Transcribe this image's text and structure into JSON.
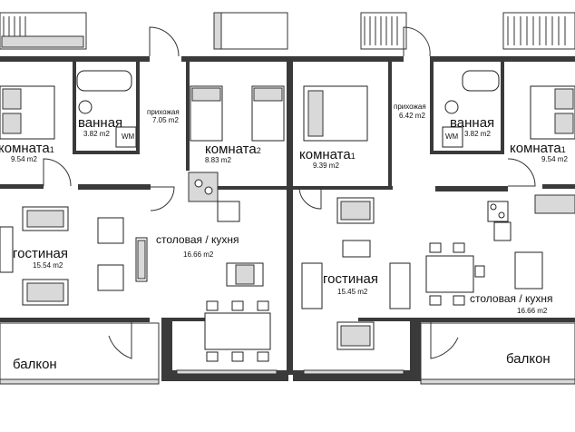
{
  "rooms": {
    "room_left": {
      "name": "комната",
      "num": "1",
      "area": "9.54 m2"
    },
    "bath_left": {
      "name": "ванная",
      "area": "3.82 m2",
      "wm": "WM"
    },
    "hall_left": {
      "name": "прихожая",
      "area": "7.05 m2"
    },
    "room_2": {
      "name": "комната",
      "num": "2",
      "area": "8.83 m2"
    },
    "room_mid": {
      "name": "комната",
      "num": "1",
      "area": "9.39 m2"
    },
    "hall_right": {
      "name": "прихожая",
      "area": "6.42 m2"
    },
    "bath_right": {
      "name": "ванная",
      "area": "3.82 m2",
      "wm": "WM"
    },
    "room_right": {
      "name": "комната",
      "num": "1",
      "area": "9.54 m2"
    },
    "living_left": {
      "name": "гостиная",
      "area": "15.54 m2"
    },
    "dining_left": {
      "name": "столовая / кухня",
      "area": "16.66 m2"
    },
    "living_mid": {
      "name": "гостиная",
      "area": "15.45 m2"
    },
    "dining_right": {
      "name": "столовая / кухня",
      "area": "16.66 m2"
    },
    "balcony_left": {
      "name": "балкон"
    },
    "balcony_right": {
      "name": "балкон"
    }
  }
}
